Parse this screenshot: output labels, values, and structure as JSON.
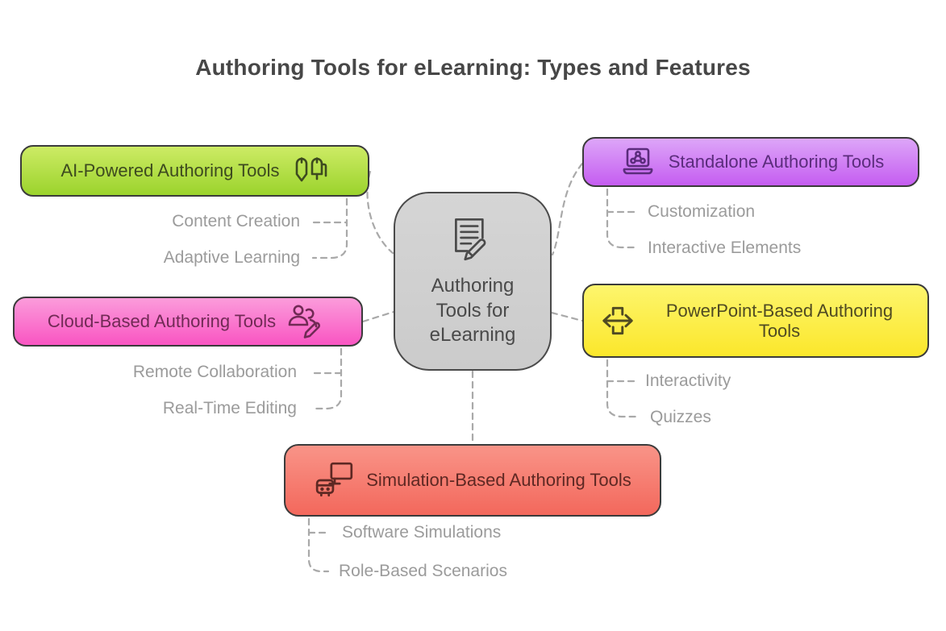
{
  "title": "Authoring Tools for eLearning: Types and Features",
  "center": {
    "label": "Authoring Tools for eLearning",
    "icon": "document-pencil-icon"
  },
  "nodes": [
    {
      "id": "ai",
      "label": "AI-Powered Authoring Tools",
      "icon": "dual-pens-icon",
      "features": [
        "Content Creation",
        "Adaptive Learning"
      ]
    },
    {
      "id": "standalone",
      "label": "Standalone Authoring Tools",
      "icon": "laptop-network-icon",
      "features": [
        "Customization",
        "Interactive Elements"
      ]
    },
    {
      "id": "cloud",
      "label": "Cloud-Based Authoring Tools",
      "icon": "team-edit-icon",
      "features": [
        "Remote Collaboration",
        "Real-Time Editing"
      ]
    },
    {
      "id": "ppt",
      "label": "PowerPoint-Based Authoring Tools",
      "icon": "slide-transition-icon",
      "features": [
        "Interactivity",
        "Quizzes"
      ]
    },
    {
      "id": "sim",
      "label": "Simulation-Based Authoring Tools",
      "icon": "robot-monitor-icon",
      "features": [
        "Software Simulations",
        "Role-Based Scenarios"
      ]
    }
  ],
  "colors": {
    "title_text": "#474747",
    "node_border": "#3b3b3b",
    "connector": "#a9a9a9",
    "feature_text": "#9b9b9b",
    "ai_top": "#cdeb65",
    "ai_bottom": "#9bd32c",
    "ai_text": "#3d4a1f",
    "standalone_top": "#dda6f8",
    "standalone_bottom": "#c55df1",
    "standalone_text": "#5b2c7c",
    "cloud_top": "#fb9cdb",
    "cloud_bottom": "#f955c2",
    "cloud_text": "#712a55",
    "ppt_top": "#fdf56d",
    "ppt_bottom": "#fbe72b",
    "ppt_text": "#4f4a22",
    "sim_top": "#f99488",
    "sim_bottom": "#f3685c",
    "sim_text": "#5e2823",
    "center_top": "#d5d5d5",
    "center_bottom": "#cbcbcb",
    "center_text": "#4a4a4a"
  }
}
